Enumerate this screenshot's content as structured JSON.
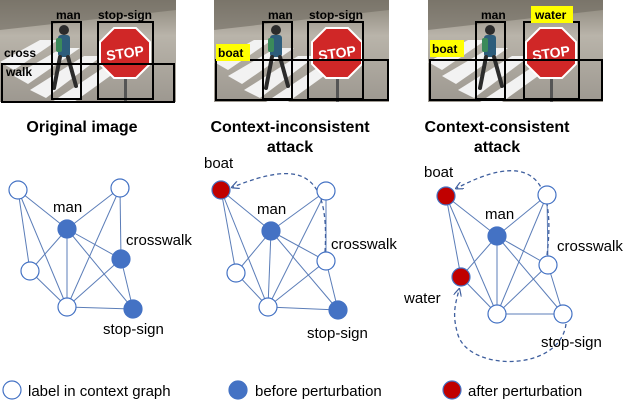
{
  "panels": [
    {
      "id": "original",
      "caption_lines": [
        "Original image"
      ],
      "image_labels": {
        "cross": "cross",
        "walk": "walk",
        "man": "man",
        "stop_sign": "stop-sign"
      },
      "graph_labels": {
        "man": "man",
        "crosswalk": "crosswalk",
        "stop_sign": "stop-sign"
      }
    },
    {
      "id": "context-inconsistent",
      "caption_lines": [
        "Context-inconsistent",
        "attack"
      ],
      "image_labels": {
        "boat": "boat",
        "man": "man",
        "stop_sign": "stop-sign"
      },
      "graph_labels": {
        "boat": "boat",
        "man": "man",
        "crosswalk": "crosswalk",
        "stop_sign": "stop-sign"
      }
    },
    {
      "id": "context-consistent",
      "caption_lines": [
        "Context-consistent",
        "attack"
      ],
      "image_labels": {
        "boat": "boat",
        "man": "man",
        "water": "water"
      },
      "graph_labels": {
        "boat": "boat",
        "man": "man",
        "crosswalk": "crosswalk",
        "water": "water",
        "stop_sign": "stop-sign"
      }
    }
  ],
  "stop_sign_text": "STOP",
  "legend": [
    {
      "kind": "white",
      "label": "label in context graph"
    },
    {
      "kind": "blue",
      "label": "before perturbation"
    },
    {
      "kind": "red",
      "label": "after perturbation"
    }
  ],
  "colors": {
    "blue_node": "#4472C4",
    "red_node": "#C00000",
    "edge": "#5B7DB8",
    "highlight": "#FFFF00",
    "stop_sign": "#D02727"
  }
}
